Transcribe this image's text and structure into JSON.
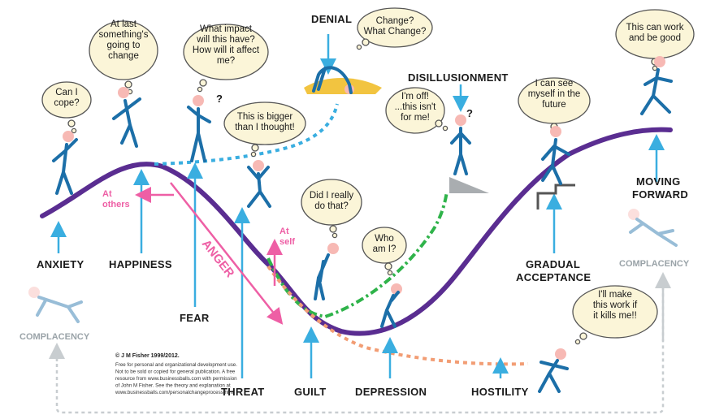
{
  "stages": {
    "anxiety": "ANXIETY",
    "happiness": "HAPPINESS",
    "fear": "FEAR",
    "threat": "THREAT",
    "guilt": "GUILT",
    "depression": "DEPRESSION",
    "hostility": "HOSTILITY",
    "gradual_acceptance_1": "GRADUAL",
    "gradual_acceptance_2": "ACCEPTANCE",
    "moving_forward_1": "MOVING",
    "moving_forward_2": "FORWARD",
    "denial": "DENIAL",
    "disillusionment": "DISILLUSIONMENT",
    "complacency_left": "COMPLACENCY",
    "complacency_right": "COMPLACENCY"
  },
  "anger": {
    "label": "ANGER",
    "at_others_1": "At",
    "at_others_2": "others",
    "at_self_1": "At",
    "at_self_2": "self"
  },
  "bubbles": {
    "anxiety": [
      "Can I",
      "cope?"
    ],
    "happiness": [
      "At last",
      "something's",
      "going to",
      "change"
    ],
    "fear": [
      "What impact",
      "will this have?",
      "How will it affect",
      "me?"
    ],
    "threat": [
      "This is bigger",
      "than I thought!"
    ],
    "denial": [
      "Change?",
      "What Change?"
    ],
    "disillusionment": [
      "I'm off!",
      "...this isn't",
      "for me!"
    ],
    "guilt": [
      "Did I really",
      "do that?"
    ],
    "depression": [
      "Who",
      "am I?"
    ],
    "acceptance": [
      "I can see",
      "myself in the",
      "future"
    ],
    "moving_forward": [
      "This can work",
      "and be good"
    ],
    "hostility": [
      "I'll make",
      "this work if",
      "it kills me!!"
    ]
  },
  "copyright": {
    "title": "© J M Fisher 1999/2012.",
    "lines": [
      "Free for personal and organizational development use.",
      "Not to be sold or copied for general publication. A free",
      "resource from www.businessballs.com with permission",
      "of John M Fisher. See the theory and explanation at",
      "www.businessballs.com/personalchangeprocess.htm"
    ]
  },
  "colors": {
    "curve": "#5a2d91",
    "stage_arrows": "#3aaee0",
    "anger": "#ee5fa5",
    "disillusionment_path": "#2fb34a",
    "hostility_path": "#f29d74",
    "complacency": "#c8cdd0",
    "bubble_fill": "#fbf5d8"
  }
}
